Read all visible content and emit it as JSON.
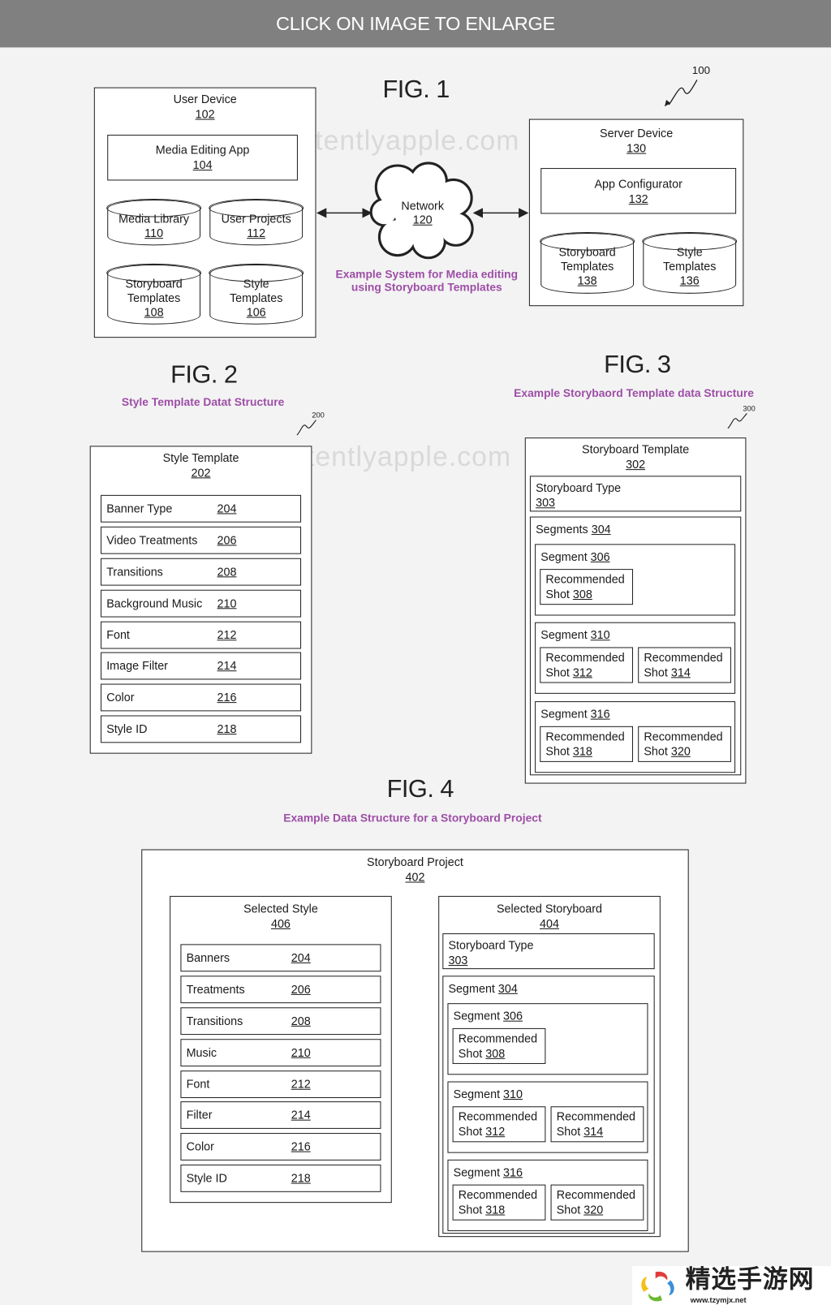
{
  "header": {
    "title": "CLICK ON IMAGE TO ENLARGE"
  },
  "watermark": "patentlyapple.com",
  "fig1": {
    "label": "FIG. 1",
    "ref": "100",
    "user_device": {
      "title": "User Device",
      "num": "102"
    },
    "media_app": {
      "title": "Media Editing App",
      "num": "104"
    },
    "media_library": {
      "title": "Media Library",
      "num": "110"
    },
    "user_projects": {
      "title": "User Projects",
      "num": "112"
    },
    "storyboard_templates": {
      "title1": "Storyboard",
      "title2": "Templates",
      "num": "108"
    },
    "style_templates": {
      "title1": "Style",
      "title2": "Templates",
      "num": "106"
    },
    "network": {
      "title": "Network",
      "num": "120"
    },
    "caption1": "Example System for Media editing",
    "caption2": "using Storyboard Templates",
    "server": {
      "title": "Server Device",
      "num": "130"
    },
    "app_config": {
      "title": "App Configurator",
      "num": "132"
    },
    "srv_storyboard": {
      "title1": "Storyboard",
      "title2": "Templates",
      "num": "138"
    },
    "srv_style": {
      "title1": "Style",
      "title2": "Templates",
      "num": "136"
    }
  },
  "fig2": {
    "label": "FIG. 2",
    "caption": "Style Template Datat Structure",
    "ref": "200",
    "title": "Style Template",
    "num": "202",
    "rows": [
      {
        "label": "Banner Type",
        "num": "204"
      },
      {
        "label": "Video Treatments",
        "num": "206"
      },
      {
        "label": "Transitions",
        "num": "208"
      },
      {
        "label": "Background Music",
        "num": "210"
      },
      {
        "label": "Font",
        "num": "212"
      },
      {
        "label": "Image Filter",
        "num": "214"
      },
      {
        "label": "Color",
        "num": "216"
      },
      {
        "label": "Style ID",
        "num": "218"
      }
    ]
  },
  "fig3": {
    "label": "FIG. 3",
    "caption": "Example Storybaord Template data Structure",
    "ref": "300",
    "title": "Storyboard Template",
    "num": "302",
    "type": {
      "label": "Storyboard Type",
      "num": "303"
    },
    "segments": {
      "label": "Segments",
      "num": "304"
    },
    "seg306": {
      "label": "Segment",
      "num": "306"
    },
    "seg310": {
      "label": "Segment",
      "num": "310"
    },
    "seg316": {
      "label": "Segment",
      "num": "316"
    },
    "shot_word1": "Recommended",
    "shot_word2": "Shot",
    "shots": [
      "308",
      "312",
      "314",
      "318",
      "320"
    ]
  },
  "fig4": {
    "label": "FIG. 4",
    "caption": "Example Data Structure for a Storyboard Project",
    "title": "Storyboard Project",
    "num": "402",
    "style": {
      "title": "Selected Style",
      "num": "406",
      "rows": [
        {
          "label": "Banners",
          "num": "204"
        },
        {
          "label": "Treatments",
          "num": "206"
        },
        {
          "label": "Transitions",
          "num": "208"
        },
        {
          "label": "Music",
          "num": "210"
        },
        {
          "label": "Font",
          "num": "212"
        },
        {
          "label": "Filter",
          "num": "214"
        },
        {
          "label": "Color",
          "num": "216"
        },
        {
          "label": "Style ID",
          "num": "218"
        }
      ]
    },
    "storyboard": {
      "title": "Selected Storyboard",
      "num": "404",
      "type": {
        "label": "Storyboard Type",
        "num": "303"
      },
      "segment304": {
        "label": "Segment",
        "num": "304"
      },
      "seg306": {
        "label": "Segment",
        "num": "306"
      },
      "seg310": {
        "label": "Segment",
        "num": "310"
      },
      "seg316": {
        "label": "Segment",
        "num": "316"
      },
      "shots": [
        "308",
        "312",
        "314",
        "318",
        "320"
      ]
    }
  },
  "logo": {
    "name": "精选手游网",
    "url": "www.tzymjx.net"
  }
}
